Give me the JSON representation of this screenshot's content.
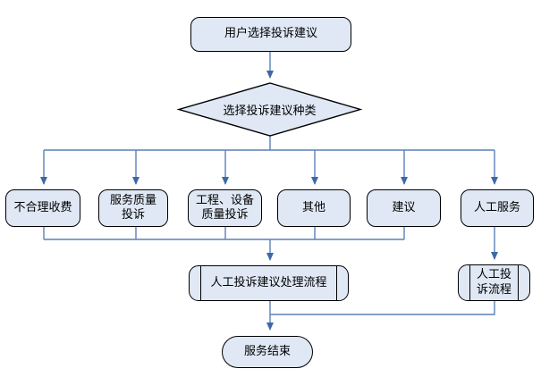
{
  "flowchart": {
    "title": "Complaint and suggestion service flowchart",
    "nodes": {
      "start": {
        "label": "用户选择投诉建议"
      },
      "decision": {
        "label": "选择投诉建议种类"
      },
      "branch_fee": {
        "label": "不合理收费"
      },
      "branch_service": {
        "label": "服务质量\n投诉"
      },
      "branch_equip": {
        "label": "工程、设备\n质量投诉"
      },
      "branch_other": {
        "label": "其他"
      },
      "branch_suggest": {
        "label": "建议"
      },
      "branch_manual": {
        "label": "人工服务"
      },
      "process_main": {
        "label": "人工投诉建议处理流程"
      },
      "process_manual": {
        "label": "人工投\n诉流程"
      },
      "end": {
        "label": "服务结束"
      }
    },
    "colors": {
      "node_fill": "#dfe8f4",
      "node_border": "#000000",
      "connector": "#5a81b8",
      "arrowhead": "#3c69a5",
      "text": "#000000",
      "background": "#ffffff"
    }
  }
}
